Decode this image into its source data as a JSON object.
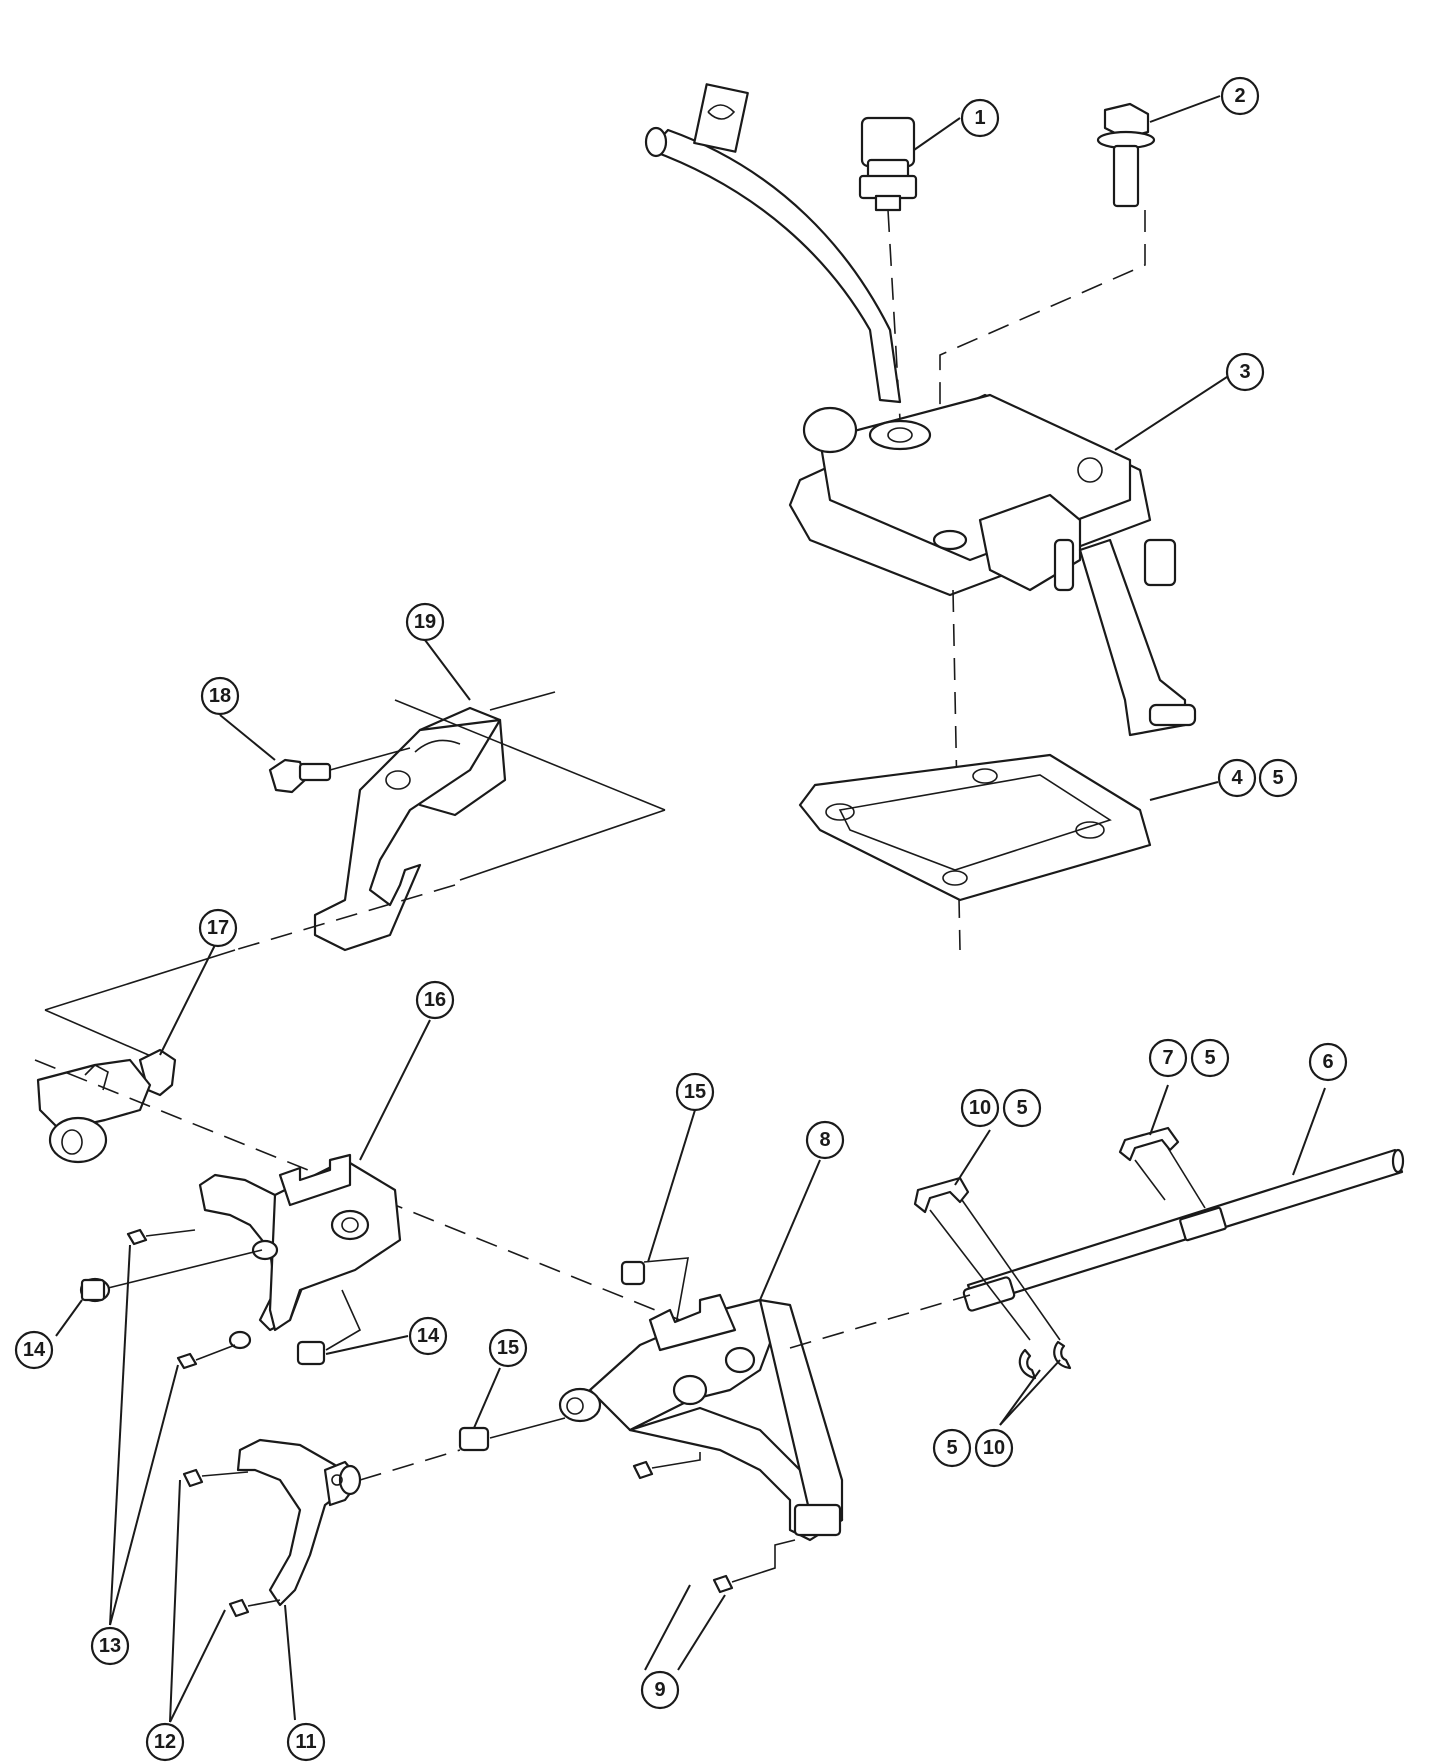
{
  "callouts": [
    {
      "id": "c1",
      "label": "1"
    },
    {
      "id": "c2",
      "label": "2"
    },
    {
      "id": "c3",
      "label": "3"
    },
    {
      "id": "c4",
      "label": "4"
    },
    {
      "id": "c4b",
      "label": "5"
    },
    {
      "id": "c6",
      "label": "6"
    },
    {
      "id": "c7",
      "label": "7"
    },
    {
      "id": "c7b",
      "label": "5"
    },
    {
      "id": "c8",
      "label": "8"
    },
    {
      "id": "c9",
      "label": "9"
    },
    {
      "id": "c10a",
      "label": "10"
    },
    {
      "id": "c10ab",
      "label": "5"
    },
    {
      "id": "c10b",
      "label": "5"
    },
    {
      "id": "c10bb",
      "label": "10"
    },
    {
      "id": "c11",
      "label": "11"
    },
    {
      "id": "c12",
      "label": "12"
    },
    {
      "id": "c13",
      "label": "13"
    },
    {
      "id": "c14a",
      "label": "14"
    },
    {
      "id": "c14b",
      "label": "14"
    },
    {
      "id": "c15a",
      "label": "15"
    },
    {
      "id": "c15b",
      "label": "15"
    },
    {
      "id": "c16",
      "label": "16"
    },
    {
      "id": "c17",
      "label": "17"
    },
    {
      "id": "c18",
      "label": "18"
    },
    {
      "id": "c19",
      "label": "19"
    }
  ]
}
